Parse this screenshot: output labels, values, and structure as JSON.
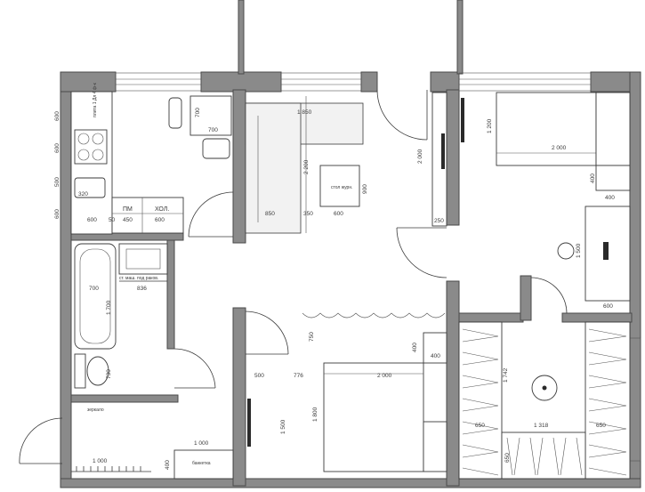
{
  "kitchen": {
    "dims": {
      "d600a": "600",
      "d600b": "600",
      "d500": "500",
      "d600c": "600",
      "d320": "320",
      "d600d": "600",
      "d50": "50",
      "d450": "450",
      "d600e": "600",
      "d700a": "700",
      "d700b": "700"
    },
    "labels": {
      "pm": "ПМ",
      "hol": "ХОЛ.",
      "stove": "плита 1\nДл 4 ф-к"
    }
  },
  "living": {
    "dims": {
      "d1850": "1 850",
      "d2200": "2 200",
      "d850": "850",
      "d350": "350",
      "d600": "600",
      "d900": "900",
      "d2000": "2 000",
      "d250": "250"
    },
    "labels": {
      "table": "стол журн."
    }
  },
  "bathroom": {
    "dims": {
      "d700": "700",
      "d1700": "1 700",
      "d836": "836",
      "d730": "730"
    },
    "labels": {
      "washer": "ст. маш. под раков.",
      "mirror": "зеркало"
    }
  },
  "hall": {
    "dims": {
      "d1000a": "1 000",
      "d1000b": "1 000",
      "d400": "400"
    },
    "labels": {
      "bench": "банкетка"
    }
  },
  "bedroom1": {
    "dims": {
      "d1200": "1 200",
      "d2000": "2 000",
      "d400a": "400",
      "d400b": "400",
      "d1500": "1 500",
      "d600": "600"
    }
  },
  "bedroom2": {
    "dims": {
      "d750": "750",
      "d400a": "400",
      "d400b": "400",
      "d500": "500",
      "d776": "776",
      "d2000": "2 000",
      "d1500": "1 500",
      "d1800": "1 800"
    }
  },
  "dressing": {
    "dims": {
      "d1742": "1 742",
      "d650a": "650",
      "d1318": "1 318",
      "d650b": "650",
      "d650c": "650"
    }
  }
}
